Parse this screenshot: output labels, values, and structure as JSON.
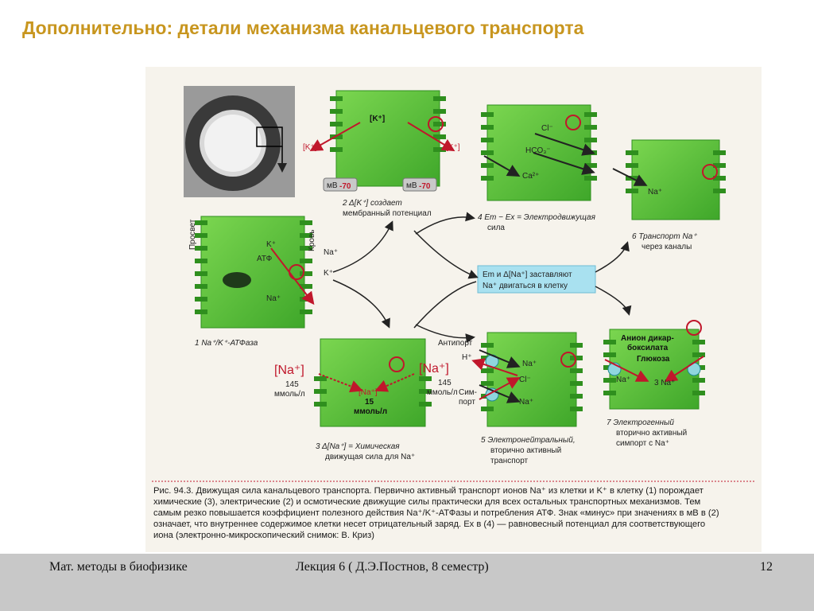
{
  "slide": {
    "title": "Дополнительно: детали механизма канальцевого транспорта"
  },
  "figure": {
    "panel1": {
      "lumen_label": "Просвет",
      "blood_label": "Кровь",
      "atp": "АТФ",
      "k_top": "K⁺",
      "na_top_right": "Na⁺",
      "k_right": "K⁺",
      "na_bottom": "Na⁺",
      "caption": "1  Na⁺/K⁺-АТФаза"
    },
    "panel2": {
      "k_big": "[K⁺]",
      "k_left": "[K⁺]",
      "k_right": "[K⁺]",
      "meter_left": "-70",
      "meter_right": "-70",
      "meter_unit": "мВ",
      "caption_line1": "2  Δ[K⁺] создает",
      "caption_line2": "мембранный потенциал"
    },
    "panel3": {
      "na_left": "[Na⁺]",
      "na_right": "[Na⁺]",
      "conc_left_1": "145",
      "conc_left_2": "ммоль/л",
      "conc_right_1": "145",
      "conc_right_2": "ммоль/л",
      "na_inner": "[Na⁺]",
      "conc_inner_1": "15",
      "conc_inner_2": "ммоль/л",
      "caption_line1": "3  Δ[Na⁺] = Химическая",
      "caption_line2": "движущая сила для Na⁺"
    },
    "panel4": {
      "cl": "Cl⁻",
      "hco3": "HCO₃⁻",
      "ca": "Ca²⁺",
      "caption_line1": "4  Em − Ex = Электродвижущая",
      "caption_line2": "сила"
    },
    "panel5": {
      "antiport": "Антипорт",
      "h": "H⁺",
      "na_top": "Na⁺",
      "cl": "Cl⁻",
      "symport_1": "Сим-",
      "symport_2": "порт",
      "na_bottom": "Na⁺",
      "caption_line1": "5  Электронейтральный,",
      "caption_line2": "вторично активный",
      "caption_line3": "транспорт"
    },
    "panel6": {
      "na": "Na⁺",
      "caption_line1": "6  Транспорт Na⁺",
      "caption_line2": "через каналы"
    },
    "panel7": {
      "anion_1": "Анион дикар-",
      "anion_2": "боксилата",
      "glucose": "Глюкоза",
      "na_left": "Na⁺",
      "na_right": "3 Na⁺",
      "caption_line1": "7  Электрогенный",
      "caption_line2": "вторично активный",
      "caption_line3": "симпорт с Na⁺"
    },
    "center_box": {
      "line1": "Em и Δ[Na⁺] заставляют",
      "line2": "Na⁺ двигаться в клетку"
    },
    "caption_lines": [
      "Рис. 94.3. Движущая сила канальцевого транспорта. Первично активный транспорт ионов Na⁺ из клетки и K⁺ в клетку (1) порождает",
      "химические (3), электрические (2) и осмотические движущие силы практически для всех остальных транспортных механизмов. Тем",
      "самым резко повышается коэффициент полезного действия Na⁺/K⁺-АТФазы и потребления АТФ. Знак «минус» при значениях в мВ в (2)",
      "означает, что внутреннее содержимое клетки несет отрицательный заряд. Ex в (4) — равновесный потенциал для соответствующего",
      "иона (электронно-микроскопический снимок: В. Криз)"
    ],
    "colors": {
      "cell_green": "#5cc23a",
      "cell_dark": "#2f8f1e",
      "red_arrow": "#c0172b",
      "channel_teal": "#1d8a8f",
      "caption_box": "#a9e1f0"
    }
  },
  "footer": {
    "left": "Мат. методы в биофизике",
    "center": "Лекция 6 ( Д.Э.Постнов, 8 семестр)",
    "page": "12"
  }
}
